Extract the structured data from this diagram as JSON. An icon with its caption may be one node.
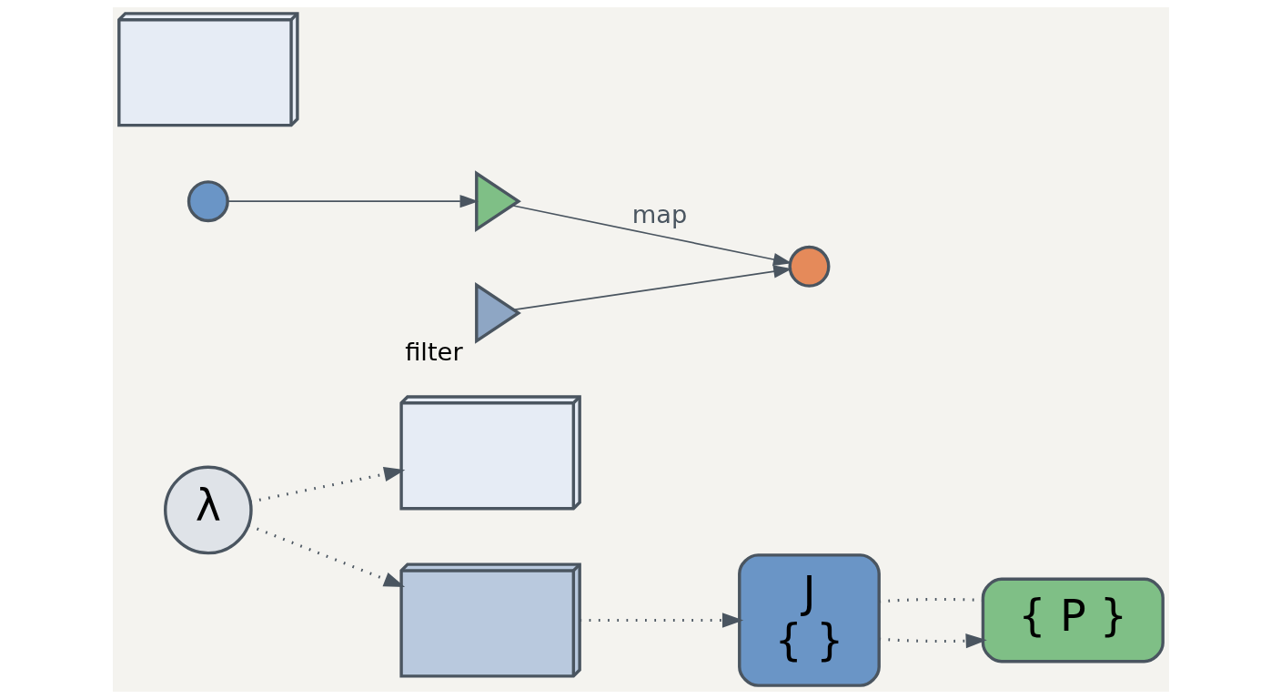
{
  "diagram": {
    "nodes": [
      {
        "text": [
          "λ"
        ]
      },
      {
        "text": [],
        "shape": "picture"
      },
      {
        "text": [],
        "shape": "circle"
      },
      {
        "text": [],
        "shape": "triangle"
      },
      {
        "text": [],
        "shape": "circle"
      },
      {
        "text": [],
        "shape": "triangle",
        "beside": [
          "filter"
        ]
      },
      {
        "text": [],
        "shape": "picture"
      },
      {
        "text": [
          "J",
          "{ }"
        ]
      },
      {
        "text": [],
        "shape": "picture"
      },
      {
        "text": [
          "{ P }"
        ]
      }
    ],
    "edges": [
      {
        "from": 0,
        "to": 1,
        "arrow": "to",
        "style": "dashed"
      },
      {
        "from": 0,
        "to": 6,
        "arrow": "to",
        "style": "dashed"
      },
      {
        "from": 2,
        "to": 3,
        "arrow": "to"
      },
      {
        "from": 3,
        "to": 4,
        "arrow": "to",
        "label": "map"
      },
      {
        "from": 5,
        "to": 4,
        "arrow": "to"
      },
      {
        "from": 6,
        "to": 7,
        "arrow": "to",
        "style": "dashed"
      },
      {
        "from": 7,
        "to": 9,
        "arrow": "to",
        "style": "dashed"
      },
      {
        "from": 7,
        "to": 9,
        "arrow": "none",
        "style": "dashed"
      }
    ]
  }
}
